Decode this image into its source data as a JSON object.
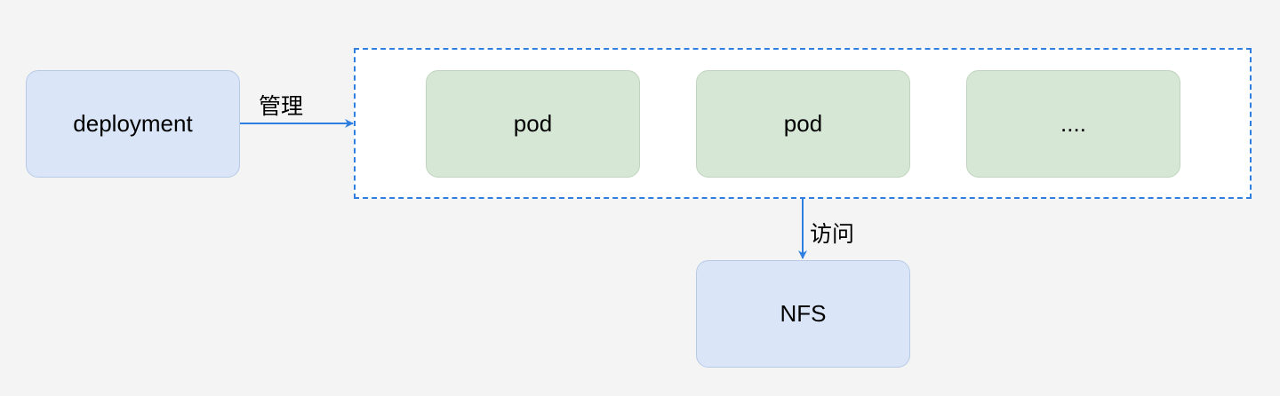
{
  "diagram": {
    "nodes": {
      "deployment": "deployment",
      "pod_1": "pod",
      "pod_2": "pod",
      "pod_more": "....",
      "nfs": "NFS"
    },
    "edges": {
      "manage_label": "管理",
      "access_label": "访问"
    },
    "colors": {
      "blue_node_fill": "#dae6f8",
      "green_node_fill": "#d7e7d6",
      "group_border": "#2f7fe0",
      "arrow": "#2f7fe0",
      "background": "#f4f4f4"
    }
  }
}
